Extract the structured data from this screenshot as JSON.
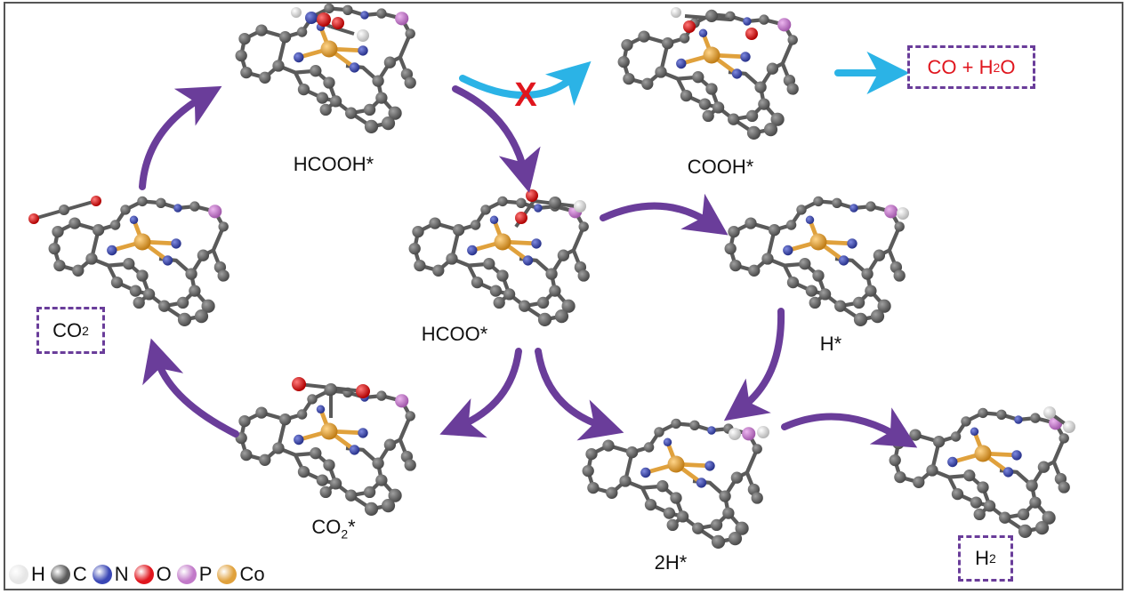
{
  "species": {
    "hcooh": "HCOOH*",
    "cooh": "COOH*",
    "hcoo": "HCOO*",
    "h": "H*",
    "co2_ads_main": "CO",
    "co2_ads_sub": "2",
    "co2_ads_star": "*",
    "two_h": "2H*"
  },
  "products": {
    "co_h2o_a": "CO + H",
    "co_h2o_sub": "2",
    "co_h2o_b": "O",
    "co2_main": "CO",
    "co2_sub": "2",
    "h2_main": "H",
    "h2_sub": "2"
  },
  "blocked_mark": "X",
  "legend": [
    {
      "label": "H",
      "color": "#e6e6e6"
    },
    {
      "label": "C",
      "color": "#5a5a5a"
    },
    {
      "label": "N",
      "color": "#3a47b5"
    },
    {
      "label": "O",
      "color": "#e0161e"
    },
    {
      "label": "P",
      "color": "#c27ac9"
    },
    {
      "label": "Co",
      "color": "#e0a13c"
    }
  ],
  "colors": {
    "arrow_purple": "#6a3d9a",
    "arrow_blue": "#2bb3e6",
    "blocked_red": "#e0161e"
  }
}
